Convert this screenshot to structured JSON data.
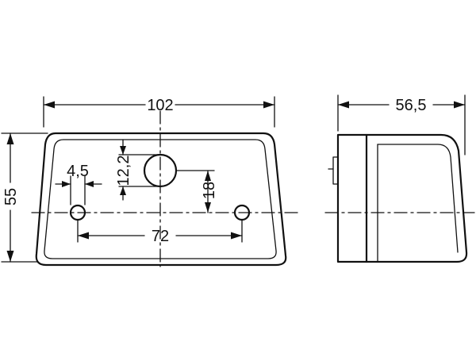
{
  "dimensions": {
    "overall_width": "102",
    "overall_height": "55",
    "depth": "56,5",
    "hole_diameter": "4,5",
    "bulb_diameter": "12,2",
    "vertical_offset": "18",
    "hole_spacing": "72"
  }
}
